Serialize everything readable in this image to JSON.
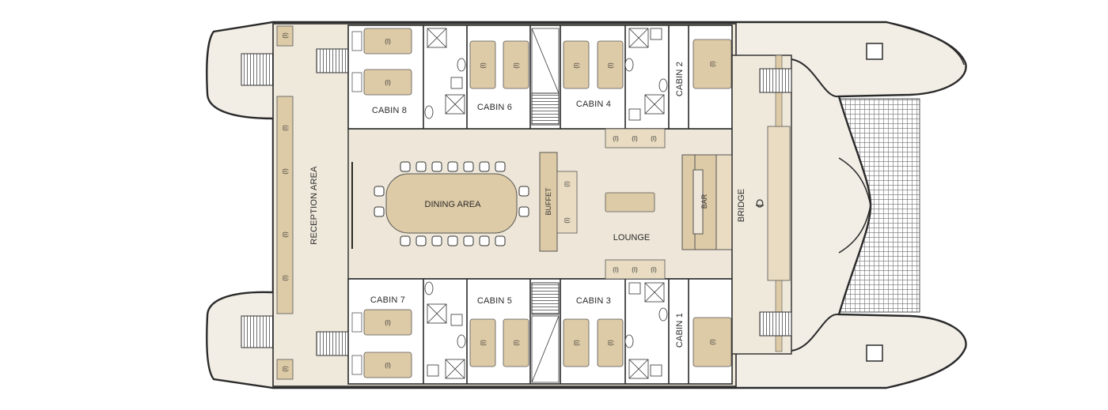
{
  "labels": {
    "reception": "RECEPTION AREA",
    "dining": "DINING AREA",
    "buffet": "BUFFET",
    "lounge": "LOUNGE",
    "bar": "BAR",
    "bridge": "BRIDGE",
    "cabins": {
      "c1": "CABIN 1",
      "c2": "CABIN 2",
      "c3": "CABIN 3",
      "c4": "CABIN 4",
      "c5": "CABIN 5",
      "c6": "CABIN 6",
      "c7": "CABIN 7",
      "c8": "CABIN 8"
    },
    "seat_mark": "(I)"
  },
  "colors": {
    "hull": "#f2eee6",
    "deck": "#eee7d9",
    "furniture": "#ddcaa6",
    "furniture_light": "#e9dcc2",
    "cabin_floor": "#ffffff",
    "outline": "#2a2a2a",
    "net": "#7a7a7a"
  }
}
